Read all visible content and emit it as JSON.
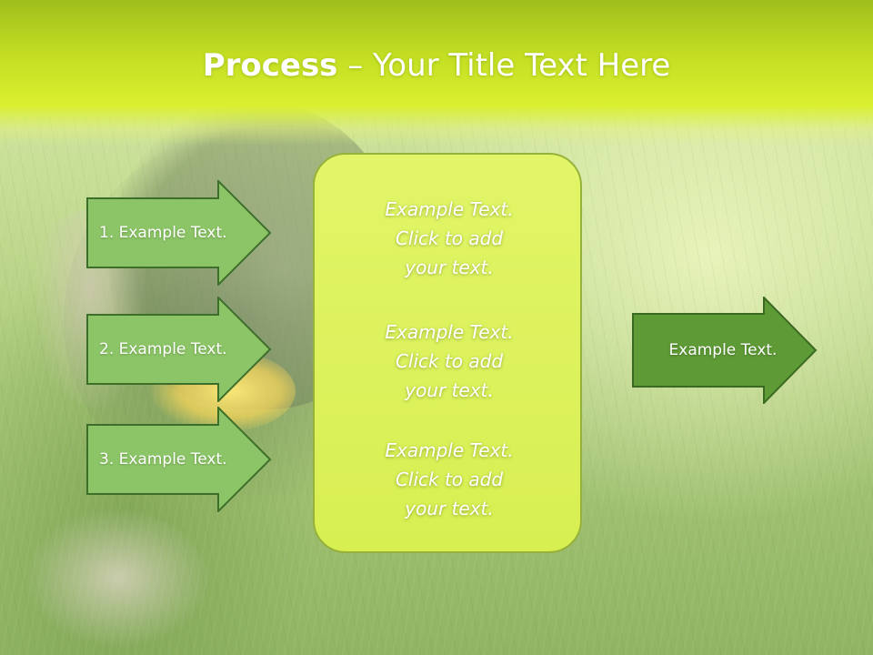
{
  "title": {
    "bold": "Process",
    "rest": " – Your Title Text Here"
  },
  "steps": [
    {
      "label": "1. Example Text."
    },
    {
      "label": "2. Example Text."
    },
    {
      "label": "3. Example Text."
    }
  ],
  "center_blocks": [
    {
      "line1": "Example Text.",
      "line2": "Click  to add",
      "line3": "your text."
    },
    {
      "line1": "Example Text.",
      "line2": "Click  to add",
      "line3": "your text."
    },
    {
      "line1": "Example Text.",
      "line2": "Click  to add",
      "line3": "your text."
    }
  ],
  "output": {
    "label": "Example Text."
  },
  "colors": {
    "step_fill": "#8cc567",
    "step_border": "#3e6f2a",
    "output_fill": "#5e9a36",
    "center_fill": "#dcf25a",
    "title_band": "#cce726"
  }
}
